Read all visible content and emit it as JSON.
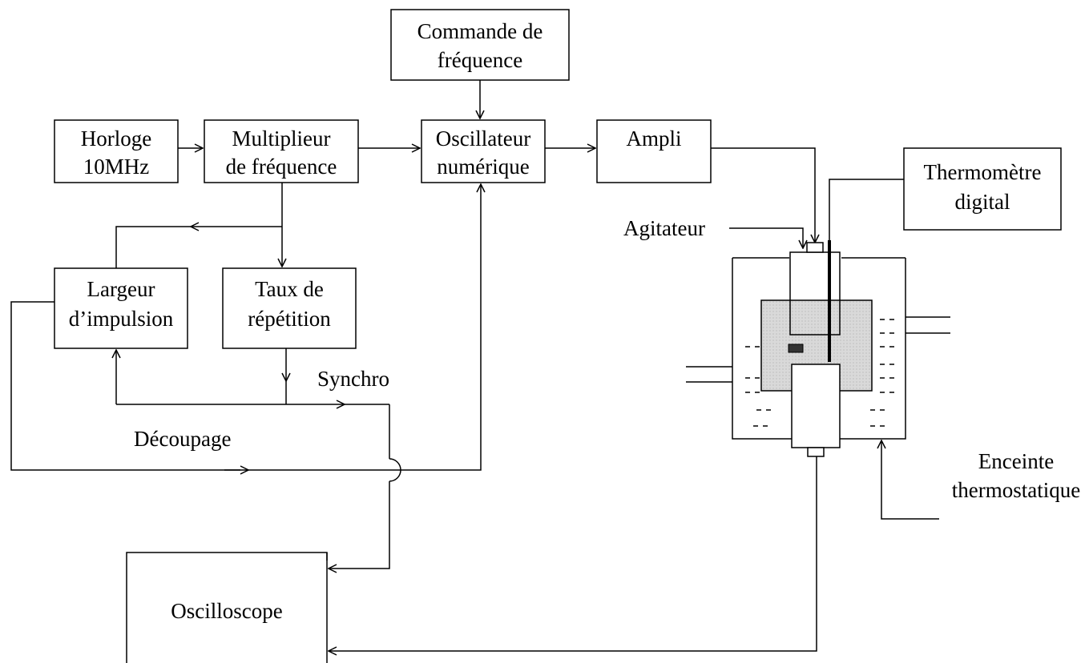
{
  "blocks": {
    "commande": {
      "line1": "Commande de",
      "line2": "fréquence"
    },
    "horloge": {
      "line1": "Horloge",
      "line2": "10MHz"
    },
    "multiplieur": {
      "line1": "Multiplieur",
      "line2": "de fréquence"
    },
    "oscillateur": {
      "line1": "Oscillateur",
      "line2": "numérique"
    },
    "ampli": {
      "line1": "Ampli"
    },
    "thermometre": {
      "line1": "Thermomètre",
      "line2": "digital"
    },
    "largeur": {
      "line1": "Largeur",
      "line2": "d’impulsion"
    },
    "taux": {
      "line1": "Taux de",
      "line2": "répétition"
    },
    "oscilloscope": {
      "line1": "Oscilloscope"
    }
  },
  "labels": {
    "agitateur": "Agitateur",
    "synchro": "Synchro",
    "decoupage": "Découpage",
    "enceinte_line1": "Enceinte",
    "enceinte_line2": "thermostatique"
  },
  "colors": {
    "line": "#000000",
    "cell_fill": "#d9d9d9",
    "background": "#ffffff"
  }
}
